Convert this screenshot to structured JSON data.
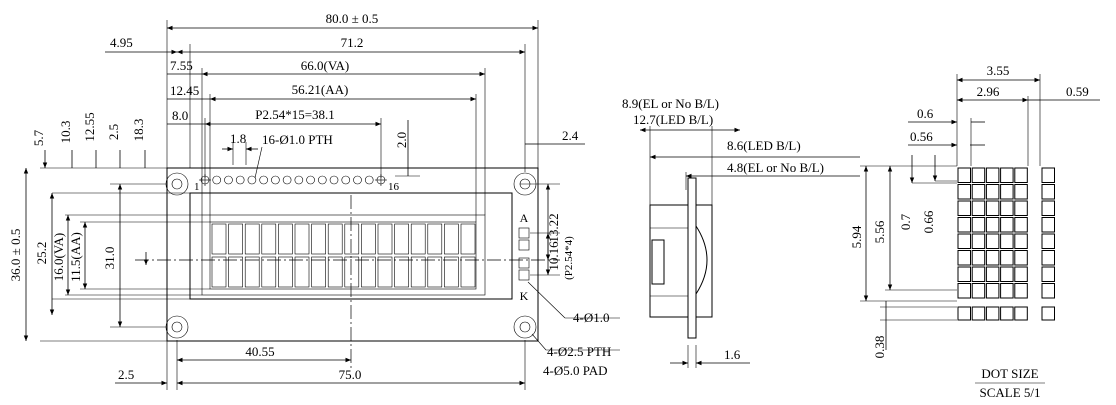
{
  "front_view": {
    "overall_width": "80.0 ± 0.5",
    "hole_spacing": "71.2",
    "va_width": "66.0(VA)",
    "aa_width": "56.21(AA)",
    "pin_pitch": "P2.54*15=38.1",
    "pin_spec": "16-Ø1.0 PTH",
    "offset_4_95": "4.95",
    "offset_7_55": "7.55",
    "offset_12_45": "12.45",
    "offset_8_0": "8.0",
    "pin_offset_1_8": "1.8",
    "pin_row_2_0": "2.0",
    "right_2_4": "2.4",
    "pin_first": "1",
    "pin_last": "16",
    "v_5_7": "5.7",
    "v_10_3": "10.3",
    "v_12_55": "12.55",
    "v_2_5": "2.5",
    "v_18_3": "18.3",
    "overall_height": "36.0 ± 0.5",
    "va_height_25_2": "25.2",
    "va_height": "16.0(VA)",
    "aa_height": "11.5(AA)",
    "hole_v_spacing": "31.0",
    "right_13_22": "13.22",
    "led_spacing": "10.16",
    "led_pitch": "(P2.54*4)",
    "led_anode": "A",
    "led_cathode": "K",
    "small_holes": "4-Ø1.0",
    "mount_holes_pth": "4-Ø2.5 PTH",
    "mount_holes_pad": "4-Ø5.0 PAD",
    "center_40_55": "40.55",
    "bottom_2_5": "2.5",
    "bottom_75_0": "75.0"
  },
  "side_view": {
    "el_thickness_total": "8.9(EL or No B/L)",
    "led_thickness_total": "12.7(LED B/L)",
    "led_bl": "8.6(LED B/L)",
    "el_bl": "4.8(EL or No B/L)",
    "pcb": "1.6"
  },
  "dot_view": {
    "char_width": "3.55",
    "char_pitch_2_96": "2.96",
    "gap_0_59": "0.59",
    "dot_pitch": "0.6",
    "dot_width": "0.56",
    "char_height": "5.94",
    "dot_height_5_56": "5.56",
    "v_pitch": "0.7",
    "v_dot": "0.66",
    "cursor": "0.38",
    "title": "DOT SIZE",
    "scale": "SCALE 5/1"
  }
}
